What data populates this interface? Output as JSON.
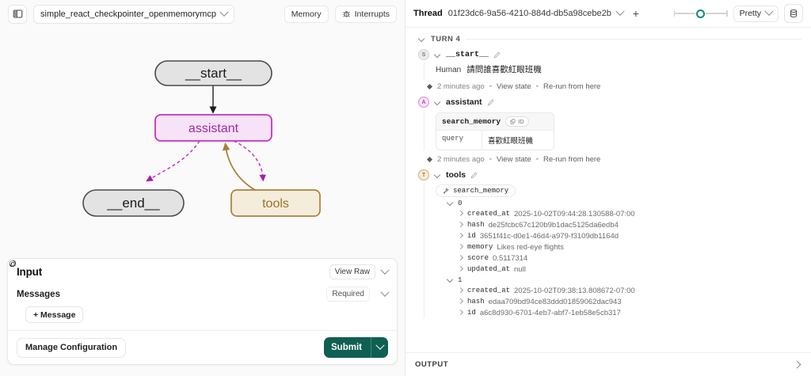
{
  "left": {
    "sidebar_toggle_icon": "panel-left-icon",
    "graph_name": "simple_react_checkpointer_openmemorymcp",
    "memory_button": "Memory",
    "interrupts_button": "Interrupts",
    "interrupts_icon": "bug-icon",
    "graph": {
      "nodes": [
        {
          "id": "start",
          "label": "__start__",
          "shape": "stadium",
          "fill": "#e3e3e3",
          "stroke": "#4a4a4a",
          "text": "#1b1b1b"
        },
        {
          "id": "assistant",
          "label": "assistant",
          "shape": "rounded-rect",
          "fill": "#f7e3f7",
          "stroke": "#c233c2",
          "text": "#a02aa0"
        },
        {
          "id": "end",
          "label": "__end__",
          "shape": "stadium",
          "fill": "#e3e3e3",
          "stroke": "#4a4a4a",
          "text": "#1b1b1b"
        },
        {
          "id": "tools",
          "label": "tools",
          "shape": "rounded-rect",
          "fill": "#f4eddc",
          "stroke": "#ab7f38",
          "text": "#9c7328"
        }
      ],
      "edges": [
        {
          "from": "start",
          "to": "assistant",
          "style": "solid",
          "color": "#3d3d3d"
        },
        {
          "from": "assistant",
          "to": "end",
          "style": "dashed",
          "color": "#c233c2"
        },
        {
          "from": "assistant",
          "to": "tools",
          "style": "dashed",
          "color": "#c233c2"
        },
        {
          "from": "tools",
          "to": "assistant",
          "style": "solid",
          "color": "#ab7f38"
        }
      ]
    },
    "input_panel": {
      "title": "Input",
      "view_raw": "View Raw",
      "messages_label": "Messages",
      "messages_icon": "chat-bubble-icon",
      "required_badge": "Required",
      "add_message": "+ Message",
      "manage_configuration": "Manage Configuration",
      "gear_icon": "gear-icon",
      "submit": "Submit",
      "submit_icon": "play-circle-icon"
    }
  },
  "right": {
    "thread_label": "Thread",
    "thread_id": "01f23dc6-9a56-4210-884d-db5a98cebe2b",
    "new_thread_icon": "plus-icon",
    "format_select": "Pretty",
    "history_icon": "database-icon",
    "turn": {
      "label": "TURN 4"
    },
    "messages": [
      {
        "avatar": "S",
        "avatar_kind": "start",
        "name": "__start__",
        "edit_icon": "pencil-icon",
        "role": "Human",
        "text": "請問誰喜歡紅眼班機",
        "meta": {
          "time": "2 minutes ago",
          "view_state": "View state",
          "rerun": "Re-run from here"
        }
      },
      {
        "avatar": "A",
        "avatar_kind": "assistant",
        "name": "assistant",
        "edit_icon": "pencil-icon",
        "tool_call": {
          "name": "search_memory",
          "copy_icon": "copy-icon",
          "id_chip": "ID",
          "arg_key": "query",
          "arg_value": "喜歡紅眼班機"
        },
        "meta": {
          "time": "2 minutes ago",
          "view_state": "View state",
          "rerun": "Re-run from here"
        }
      },
      {
        "avatar": "T",
        "avatar_kind": "tools",
        "name": "tools",
        "edit_icon": "pencil-icon",
        "tool_result_name": "search_memory",
        "tool_result_icon": "wrench-icon",
        "results": [
          {
            "index": "0",
            "fields": [
              {
                "key": "created_at",
                "value": "2025-10-02T09:44:28.130588-07:00"
              },
              {
                "key": "hash",
                "value": "de25fcbc67c120b9b1dac5125da6edb4"
              },
              {
                "key": "id",
                "value": "3651f41c-d0e1-46d4-a979-f3109db1164d"
              },
              {
                "key": "memory",
                "value": "Likes red-eye flights"
              },
              {
                "key": "score",
                "value": "0.5117314"
              },
              {
                "key": "updated_at",
                "value": "null"
              }
            ]
          },
          {
            "index": "1",
            "fields": [
              {
                "key": "created_at",
                "value": "2025-10-02T09:38:13.808672-07:00"
              },
              {
                "key": "hash",
                "value": "edaa709bd94ce83ddd01859062dac943"
              },
              {
                "key": "id",
                "value": "a6c8d930-6701-4eb7-abf7-1eb58e5cb317"
              }
            ]
          }
        ]
      }
    ],
    "output_bar": {
      "label": "OUTPUT",
      "expand_icon": "chevron-right-icon"
    }
  },
  "colors": {
    "accent_teal": "#0f5f52",
    "assistant_pink": "#c233c2",
    "tools_amber": "#ab7f38",
    "slider_teal": "#0d8a79"
  }
}
